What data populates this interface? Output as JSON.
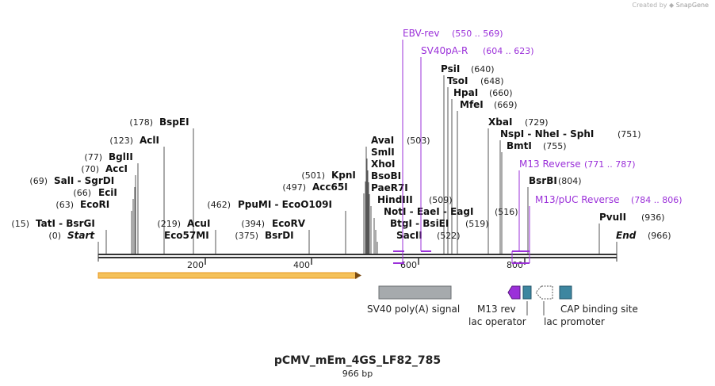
{
  "credit": {
    "prefix": "Created by",
    "brand": "SnapGene"
  },
  "title": "pCMV_mEm_4GS_LF82_785",
  "length_label": "966 bp",
  "colors": {
    "primer": "#9b30d9",
    "line": "#444444",
    "orange": "#e8961e",
    "feature_gray": "#a6aaad",
    "feature_teal": "#3d86a0",
    "purple_arrow": "#9b30d9"
  },
  "axis": {
    "ticks": [
      "200",
      "400",
      "600",
      "800"
    ]
  },
  "enzymes": [
    {
      "name": "Start",
      "pos": "(0)",
      "italic": true
    },
    {
      "name": "TatI  -  BsrGI",
      "pos": "(15)"
    },
    {
      "name": "EcoRI",
      "pos": "(63)"
    },
    {
      "name": "EciI",
      "pos": "(66)"
    },
    {
      "name": "SalI  -  SgrDI",
      "pos": "(69)"
    },
    {
      "name": "AccI",
      "pos": "(70)"
    },
    {
      "name": "BglII",
      "pos": "(77)"
    },
    {
      "name": "AclI",
      "pos": "(123)"
    },
    {
      "name": "BspEI",
      "pos": "(178)"
    },
    {
      "name": "Eco57MI",
      "pos": ""
    },
    {
      "name": "AcuI",
      "pos": "(219)"
    },
    {
      "name": "PpuMI  -  EcoO109I",
      "pos": "(462)"
    },
    {
      "name": "BsrDI",
      "pos": "(375)"
    },
    {
      "name": "EcoRV",
      "pos": "(394)"
    },
    {
      "name": "Acc65I",
      "pos": "(497)"
    },
    {
      "name": "KpnI",
      "pos": "(501)"
    },
    {
      "name": "AvaI",
      "pos": "(503)"
    },
    {
      "name": "SmlI",
      "pos": ""
    },
    {
      "name": "XhoI",
      "pos": ""
    },
    {
      "name": "BsoBI",
      "pos": ""
    },
    {
      "name": "PaeR7I",
      "pos": ""
    },
    {
      "name": "HindIII",
      "pos": "(509)"
    },
    {
      "name": "NotI  -  EaeI  -  EagI",
      "pos": "(516)"
    },
    {
      "name": "BtgI  -  BsiEI",
      "pos": "(519)"
    },
    {
      "name": "SacII",
      "pos": "(522)"
    },
    {
      "name": "PsiI",
      "pos": "(640)"
    },
    {
      "name": "TsoI",
      "pos": "(648)"
    },
    {
      "name": "HpaI",
      "pos": "(660)"
    },
    {
      "name": "MfeI",
      "pos": "(669)"
    },
    {
      "name": "XbaI",
      "pos": "(729)"
    },
    {
      "name": "NspI  -  NheI  -  SphI",
      "pos": "(751)"
    },
    {
      "name": "BmtI",
      "pos": "(755)"
    },
    {
      "name": "BsrBI",
      "pos": "(804)"
    },
    {
      "name": "PvuII",
      "pos": "(936)"
    },
    {
      "name": "End",
      "pos": "(966)",
      "italic": true
    }
  ],
  "primers": [
    {
      "name": "EBV-rev",
      "pos": "(550 .. 569)"
    },
    {
      "name": "SV40pA-R",
      "pos": "(604 .. 623)"
    },
    {
      "name": "M13 Reverse",
      "pos": "(771 .. 787)"
    },
    {
      "name": "M13/pUC Reverse",
      "pos": "(784 .. 806)"
    }
  ],
  "features": [
    {
      "name": "SV40 poly(A) signal"
    },
    {
      "name": "M13 rev"
    },
    {
      "name": "lac operator"
    },
    {
      "name": "lac promoter"
    },
    {
      "name": "CAP binding site"
    }
  ]
}
